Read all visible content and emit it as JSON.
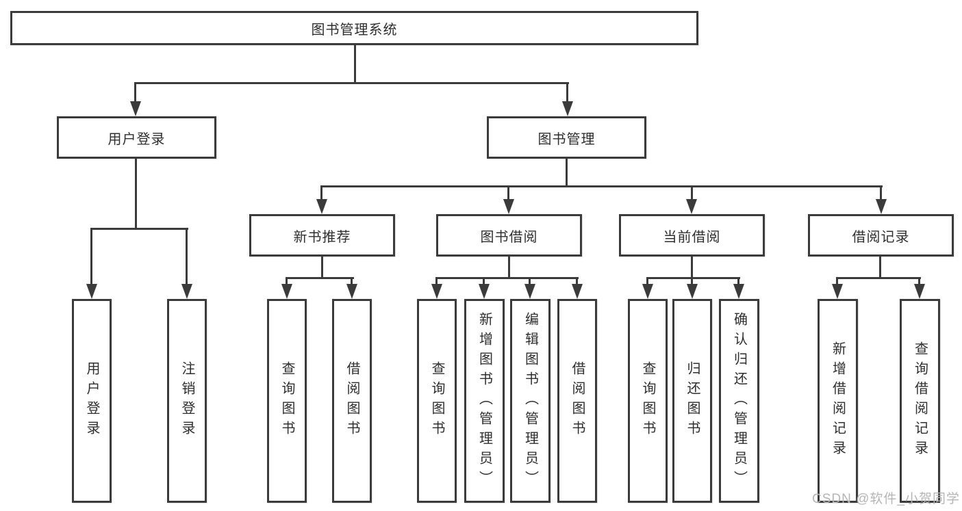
{
  "diagram": {
    "tree": {
      "root": {
        "label": "图书管理系统",
        "children": [
          {
            "label": "用户登录",
            "children": [
              {
                "label": "用户登录"
              },
              {
                "label": "注销登录"
              }
            ]
          },
          {
            "label": "图书管理",
            "children": [
              {
                "label": "新书推荐",
                "children": [
                  {
                    "label": "查询图书"
                  },
                  {
                    "label": "借阅图书"
                  }
                ]
              },
              {
                "label": "图书借阅",
                "children": [
                  {
                    "label": "查询图书"
                  },
                  {
                    "label": "新增图书（管理员）"
                  },
                  {
                    "label": "编辑图书（管理员）"
                  },
                  {
                    "label": "借阅图书"
                  }
                ]
              },
              {
                "label": "当前借阅",
                "children": [
                  {
                    "label": "查询图书"
                  },
                  {
                    "label": "归还图书"
                  },
                  {
                    "label": "确认归还（管理员）"
                  }
                ]
              },
              {
                "label": "借阅记录",
                "children": [
                  {
                    "label": "新增借阅记录"
                  },
                  {
                    "label": "查询借阅记录"
                  }
                ]
              }
            ]
          }
        ]
      }
    },
    "watermark": "CSDN @软件_小贺同学",
    "colors": {
      "line": "#3b3b3b",
      "text": "#2e2e2e",
      "background": "#ffffff",
      "watermark": "#b5b5b5"
    }
  }
}
